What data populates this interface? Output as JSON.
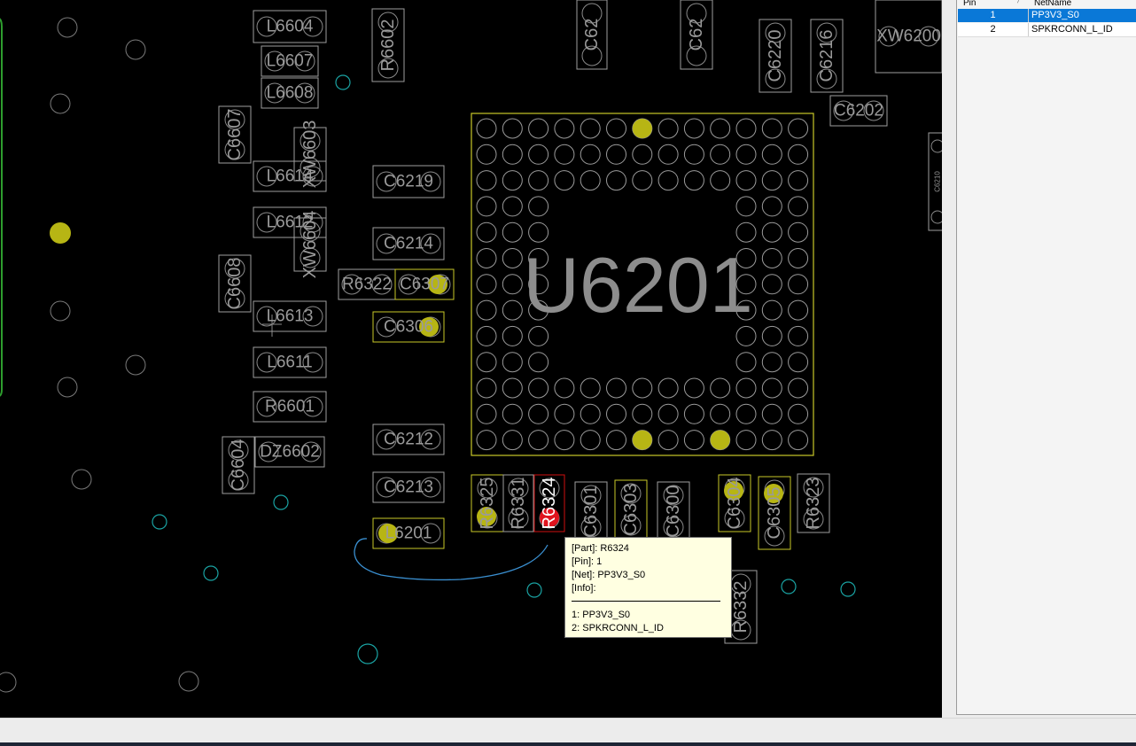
{
  "board": {
    "chip": {
      "label": "U6201"
    },
    "parts": [
      {
        "id": "L6604"
      },
      {
        "id": "L6607"
      },
      {
        "id": "L6608"
      },
      {
        "id": "R6602"
      },
      {
        "id": "C62"
      },
      {
        "id": "C62"
      },
      {
        "id": "C6220"
      },
      {
        "id": "C6216"
      },
      {
        "id": "XW6200"
      },
      {
        "id": "C6202"
      },
      {
        "id": "C6607"
      },
      {
        "id": "XW6603"
      },
      {
        "id": "L6614"
      },
      {
        "id": "C6219"
      },
      {
        "id": "L6612"
      },
      {
        "id": "XW6604"
      },
      {
        "id": "C6214"
      },
      {
        "id": "C6608"
      },
      {
        "id": "R6322"
      },
      {
        "id": "C6307"
      },
      {
        "id": "L6613"
      },
      {
        "id": "C6306"
      },
      {
        "id": "L6611"
      },
      {
        "id": "R6601"
      },
      {
        "id": "C6212"
      },
      {
        "id": "C6604"
      },
      {
        "id": "DZ6602"
      },
      {
        "id": "C6213"
      },
      {
        "id": "L6201"
      },
      {
        "id": "R6325"
      },
      {
        "id": "R6331"
      },
      {
        "id": "R6324"
      },
      {
        "id": "C6301"
      },
      {
        "id": "C6303"
      },
      {
        "id": "C6300"
      },
      {
        "id": "C6304"
      },
      {
        "id": "C6305"
      },
      {
        "id": "R6323"
      },
      {
        "id": "R6332"
      },
      {
        "id": "C6210"
      }
    ]
  },
  "tooltip": {
    "part": "[Part]: R6324",
    "pin": "[Pin]: 1",
    "net": "[Net]: PP3V3_S0",
    "info": "[Info]:",
    "line1": "1: PP3V3_S0",
    "line2": "2: SPKRCONN_L_ID"
  },
  "netlist": {
    "headers": {
      "pin": "Pin",
      "net": "NetName"
    },
    "rows": [
      {
        "pin": "1",
        "net": "PP3V3_S0"
      },
      {
        "pin": "2",
        "net": "SPKRCONN_L_ID"
      }
    ],
    "selected_row": "1"
  },
  "colors": {
    "board_bg": "#000000",
    "outline_gray": "#9e9e9e",
    "outline_yellow": "#c8c829",
    "pad_yellow": "#b7b514",
    "pad_red": "#e0141e",
    "via_cyan": "#1aa3a3",
    "trace_blue": "#3a8fd0",
    "edge_green": "#2e9e2e",
    "selection_blue": "#0a78d7"
  }
}
